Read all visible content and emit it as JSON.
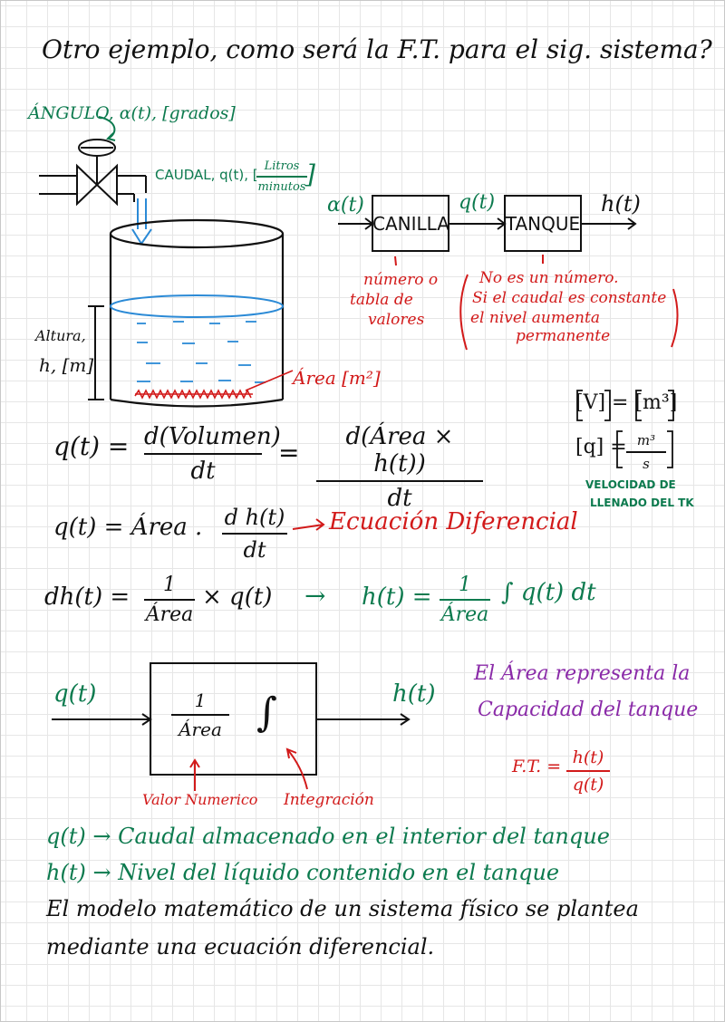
{
  "header": {
    "title": "Otro ejemplo, como será la F.T. para el sig. sistema?"
  },
  "tank_diagram": {
    "angle_label": "ÁNGULO, α(t), [grados]",
    "flow_label": "CAUDAL, q(t), [",
    "flow_unit_num": "Litros",
    "flow_unit_den": "minutos",
    "flow_unit_close": "]",
    "height_label_1": "Altura,",
    "height_label_2": "h, [m]",
    "area_label": "Área [m²]"
  },
  "block_diagram_1": {
    "input_label": "α(t)",
    "block1": "CANILLA",
    "mid_label": "q(t)",
    "block2": "TANQUE",
    "output_label": "h(t)",
    "note1": [
      "número o",
      "tabla de",
      "valores"
    ],
    "note2": [
      "No es un número.",
      "Si el caudal es constante",
      "el nivel aumenta",
      "permanente"
    ]
  },
  "units": {
    "vol_unit": "[V] = [m³]",
    "flow_unit_left": "[q] =",
    "flow_unit_num": "m³",
    "flow_unit_den": "s",
    "note": [
      "VELOCIDAD DE",
      "LLENADO DEL TK"
    ]
  },
  "equations": {
    "eq1_left": "q(t) =",
    "eq1_num1": "d(Volumen)",
    "eq1_den1": "dt",
    "eq1_eq": "=",
    "eq1_num2": "d(Área × h(t))",
    "eq1_den2": "dt",
    "eq2_left": "q(t) = Área .",
    "eq2_num": "d h(t)",
    "eq2_den": "dt",
    "eq2_note": "Ecuación Diferencial",
    "eq3_left": "dh(t) =",
    "eq3_num": "1",
    "eq3_den": "Área",
    "eq3_right": "× q(t)",
    "eq3_arrow": "→",
    "eq3_res_left": "h(t) =",
    "eq3_res_num": "1",
    "eq3_res_den": "Área",
    "eq3_res_right": "∫ q(t) dt"
  },
  "block_diagram_2": {
    "input_label": "q(t)",
    "output_label": "h(t)",
    "frac_num": "1",
    "frac_den": "Área",
    "integral": "∫",
    "label_value": "Valor Numerico",
    "label_integration": "Integración",
    "capacity_note": [
      "El Área representa la",
      "Capacidad del tanque"
    ],
    "ft_label": "F.T. =",
    "ft_num": "h(t)",
    "ft_den": "q(t)"
  },
  "definitions": {
    "def1": "q(t) → Caudal almacenado en el interior del tanque",
    "def2": "h(t) → Nivel del líquido contenido en el tanque",
    "conclusion_1": "El modelo matemático de un sistema físico se plantea",
    "conclusion_2": "mediante una ecuación diferencial."
  },
  "colors": {
    "black": "#111111",
    "green": "#0c7a4e",
    "red": "#d21a1a",
    "purple": "#8a2aa8",
    "blue": "#2b8ad6"
  }
}
